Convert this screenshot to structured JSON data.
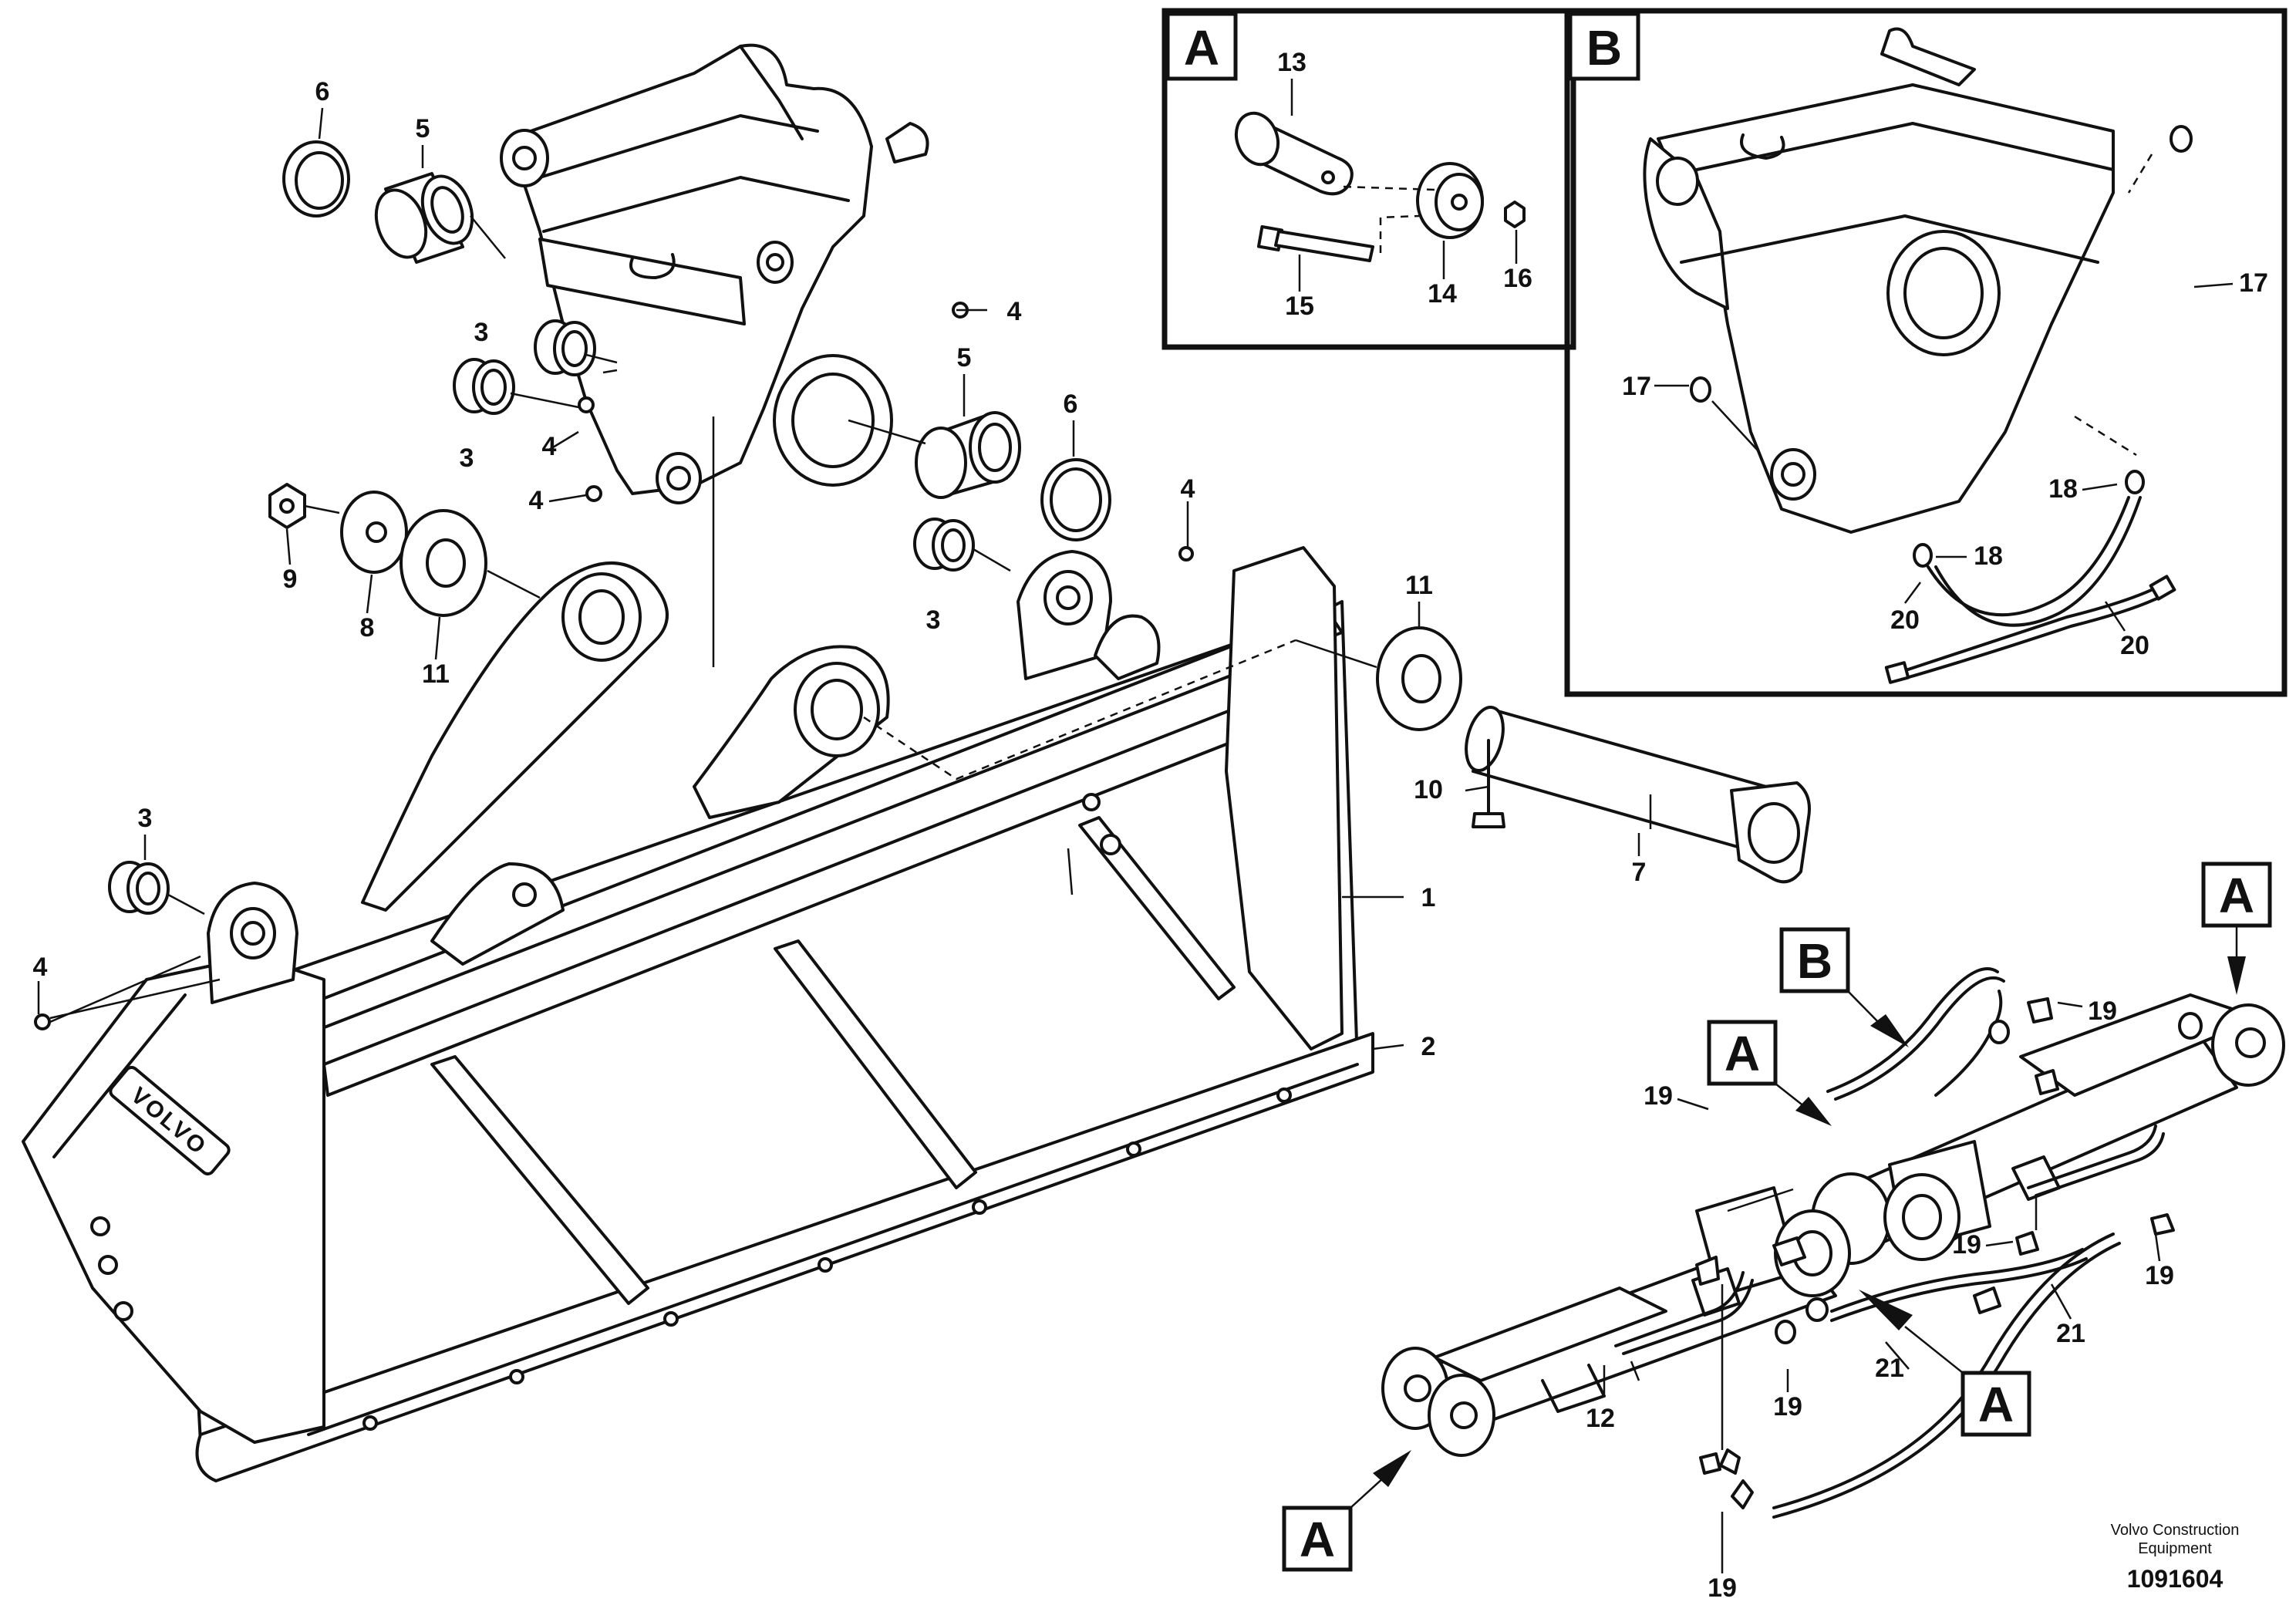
{
  "callouts": {
    "c1": "1",
    "c2": "2",
    "c3a": "3",
    "c3b": "3",
    "c3c": "3",
    "c3d": "3",
    "c4a": "4",
    "c4b": "4",
    "c4c": "4",
    "c4d": "4",
    "c4e": "4",
    "c5a": "5",
    "c5b": "5",
    "c6a": "6",
    "c6b": "6",
    "c7": "7",
    "c8": "8",
    "c9": "9",
    "c10": "10",
    "c11a": "11",
    "c11b": "11",
    "c12": "12",
    "c13": "13",
    "c14": "14",
    "c15": "15",
    "c16": "16",
    "c17a": "17",
    "c17b": "17",
    "c18a": "18",
    "c18b": "18",
    "c19a": "19",
    "c19b": "19",
    "c19c": "19",
    "c19d": "19",
    "c19e": "19",
    "c19f": "19",
    "c20a": "20",
    "c20b": "20",
    "c21a": "21",
    "c21b": "21"
  },
  "insets": {
    "inset_a_label": "A",
    "inset_b_label": "B"
  },
  "view_labels": {
    "a1": "A",
    "a2": "A",
    "a3": "A",
    "a4": "A",
    "b1": "B"
  },
  "logo": "VOLVO",
  "footer": {
    "company": "Volvo Construction",
    "company2": "Equipment",
    "drawing_number": "1091604"
  }
}
